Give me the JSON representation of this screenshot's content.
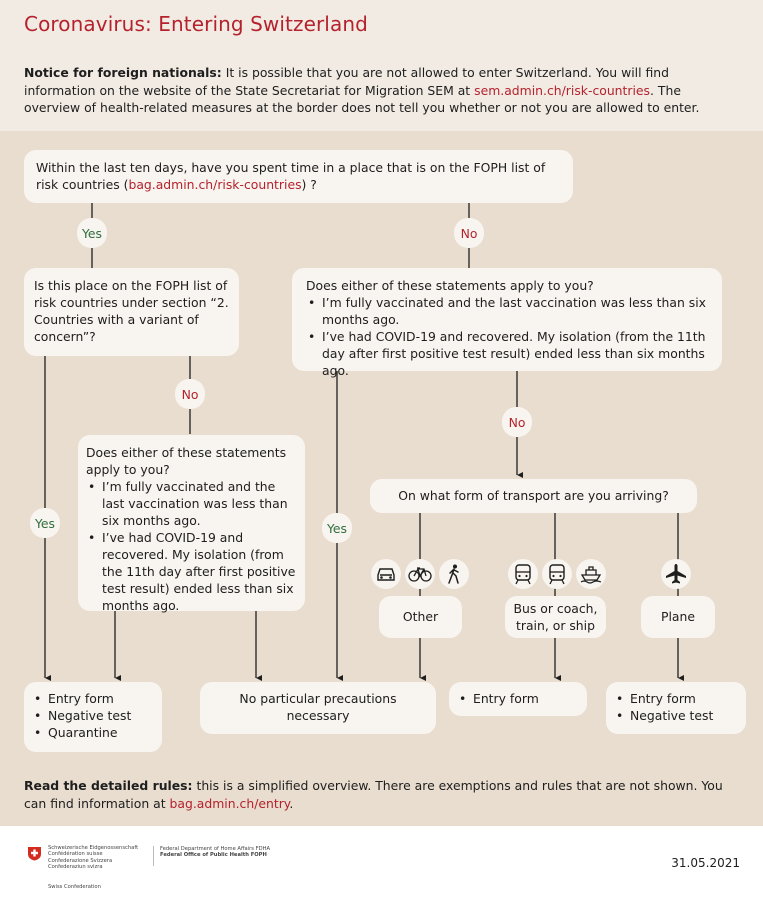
{
  "title": "Coronavirus: Entering Switzerland",
  "notice": {
    "bold": "Notice for foreign nationals:",
    "text1": " It is possible that you are not allowed to enter Switzerland. You will find information on the website of the State Secretariat for Migration SEM at ",
    "link": "sem.admin.ch/risk-countries",
    "text2": ". The overview of health-related measures at the border does not tell you whether or not you are allowed to enter."
  },
  "q1": {
    "text1": "Within the last ten days, have you spent time in a place that is on the FOPH list of risk countries (",
    "link": "bag.admin.ch/risk-countries",
    "text2": ") ?"
  },
  "labels": {
    "yes": "Yes",
    "no": "No"
  },
  "q2": {
    "text": "Is this place on the FOPH list of risk countries under section “2. Countries with a variant of concern”?"
  },
  "q3": {
    "text": "Does either of these statements apply to you?",
    "items": [
      "I’m fully vaccinated and the last vaccination was less than six months ago.",
      "I’ve had COVID-19 and recovered. My isolation (from the 11th day after first positive test result) ended less than six months ago."
    ]
  },
  "q4": {
    "text": "Does either of these statements apply to you?",
    "items": [
      "I’m fully vaccinated and the last vaccination was less than six months ago.",
      "I’ve had COVID-19 and recovered. My isolation (from the 11th day after first positive test result) ended less than six months ago."
    ]
  },
  "q5": {
    "text": "On what form of transport are you arriving?"
  },
  "transport": {
    "other": "Other",
    "bus": "Bus or coach, train, or ship",
    "plane": "Plane"
  },
  "results": {
    "quarantine": [
      "Entry form",
      "Negative test",
      "Quarantine"
    ],
    "none": "No particular precautions necessary",
    "entry": [
      "Entry form"
    ],
    "plane": [
      "Entry form",
      "Negative test"
    ]
  },
  "footer_note": {
    "bold": "Read the detailed rules:",
    "text1": " this is a simplified overview. There are exemptions and rules that are not shown. You can find information at ",
    "link": "bag.admin.ch/entry",
    "text2": "."
  },
  "footer": {
    "conf_lines": [
      "Schweizerische Eidgenossenschaft",
      "Confédération suisse",
      "Confederazione Svizzera",
      "Confederaziun svizra"
    ],
    "swiss": "Swiss Confederation",
    "dept1": "Federal Department of Home Affairs FDHA",
    "dept2": "Federal Office of Public Health FOPH",
    "date": "31.05.2021"
  },
  "icons": [
    "car-icon",
    "bicycle-icon",
    "pedestrian-icon",
    "train-icon",
    "train-icon",
    "ship-icon",
    "plane-icon"
  ],
  "colors": {
    "accent": "#b5222d",
    "yes": "#2f6e3c",
    "background": "#e8ddcf"
  }
}
